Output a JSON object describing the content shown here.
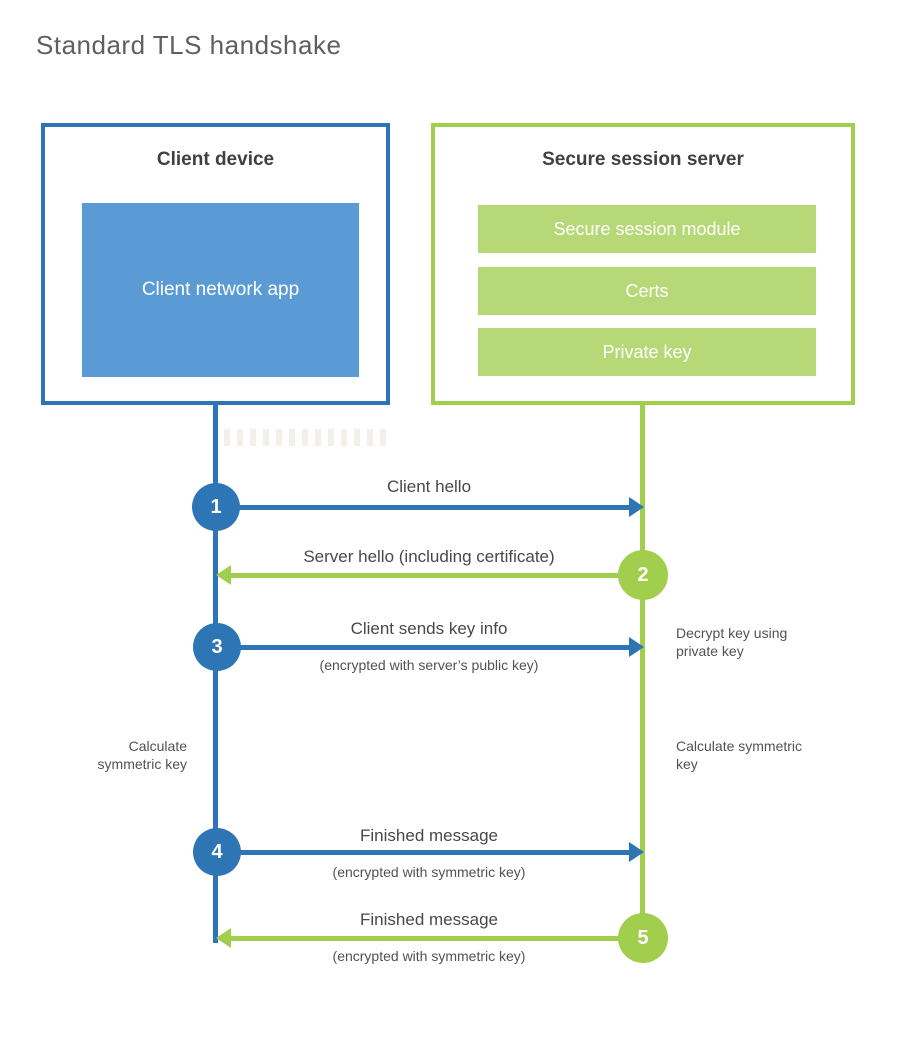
{
  "title": "Standard TLS handshake",
  "client": {
    "title": "Client device",
    "app": "Client network app"
  },
  "server": {
    "title": "Secure session server",
    "modules": [
      "Secure session module",
      "Certs",
      "Private key"
    ]
  },
  "messages": [
    {
      "num": "1",
      "label": "Client hello",
      "direction": "right",
      "color": "blue"
    },
    {
      "num": "2",
      "label": "Server hello (including certificate)",
      "direction": "left",
      "color": "green"
    },
    {
      "num": "3",
      "label": "Client sends key info",
      "sub": "(encrypted with server’s public key)",
      "direction": "right",
      "color": "blue"
    },
    {
      "num": "4",
      "label": "Finished message",
      "sub": "(encrypted with symmetric key)",
      "direction": "right",
      "color": "blue"
    },
    {
      "num": "5",
      "label": "Finished message",
      "sub": "(encrypted with symmetric key)",
      "direction": "left",
      "color": "green"
    }
  ],
  "notes": [
    {
      "text": "Decrypt key using private key",
      "side": "right"
    },
    {
      "text": "Calculate symmetric key",
      "side": "left"
    },
    {
      "text": "Calculate symmetric key",
      "side": "right"
    }
  ],
  "colors": {
    "client_blue": "#2e75b6",
    "client_blue_fill": "#5b9bd5",
    "server_green": "#a2ce4e",
    "server_green_fill": "#b6d877"
  }
}
